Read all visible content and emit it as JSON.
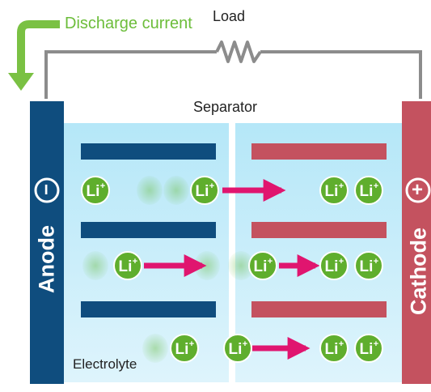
{
  "labels": {
    "discharge_current": "Discharge current",
    "load": "Load",
    "separator": "Separator",
    "anode": "Anode",
    "anode_sign": "−",
    "cathode": "Cathode",
    "cathode_sign": "+",
    "electrolyte": "Electrolyte",
    "ion": "Li",
    "ion_charge": "+"
  },
  "colors": {
    "anode": "#0f4d7e",
    "cathode": "#c4525f",
    "electrolyte_top": "#b3e6f8",
    "electrolyte_bottom": "#d9f3fc",
    "ion": "#5fae2d",
    "arrow": "#e0156f",
    "current_arrow": "#7ac143",
    "wire": "#8a8a8a"
  },
  "icons": [
    "discharge-arrow",
    "resistor-load",
    "lithium-ion",
    "migration-arrow"
  ]
}
